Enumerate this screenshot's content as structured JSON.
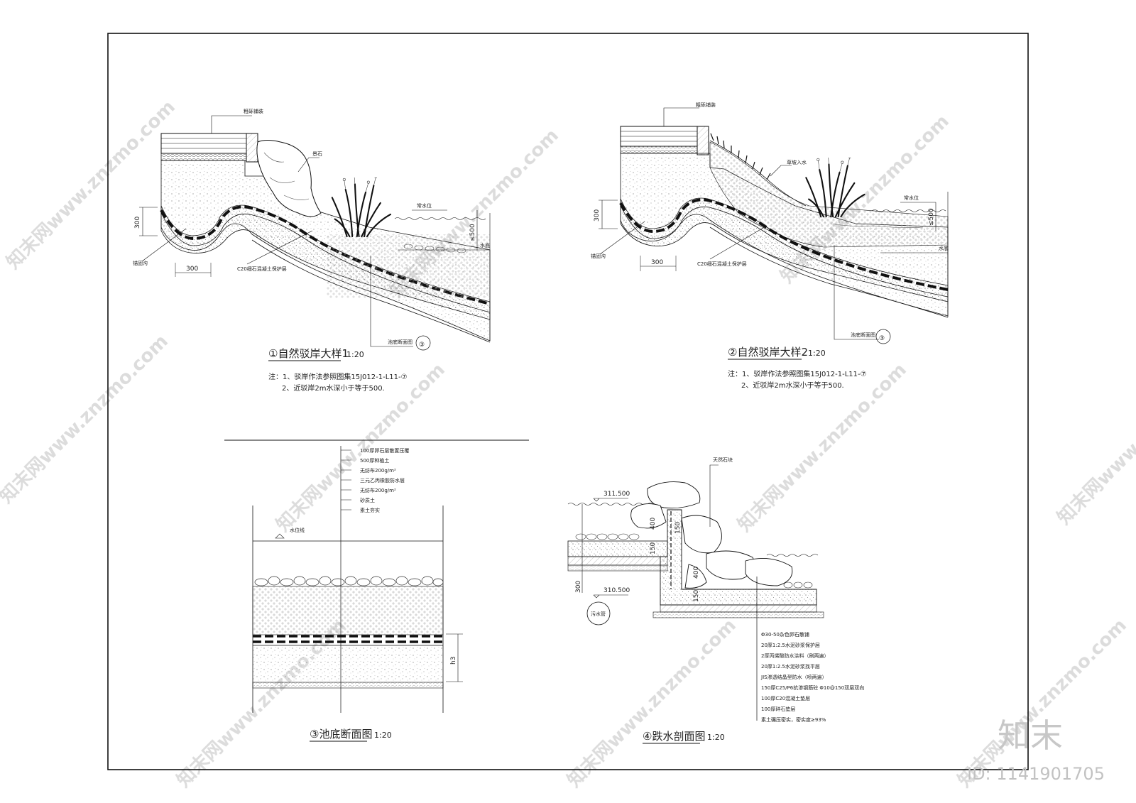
{
  "detail1": {
    "title": "①自然驳岸大样1",
    "scale": "1:20",
    "labels": {
      "paving": "粗砾铺装",
      "rock": "景石",
      "normal_water": "常水位",
      "anchor_trench": "锚固沟",
      "concrete_layer": "C20细石混凝土保护层",
      "section_ref": "池底断面图",
      "section_ref_num": "③",
      "dim_300_v": "300",
      "dim_300_h": "300",
      "dim_500": "≤500",
      "water_bottom": "水底"
    },
    "notes": [
      "注：1、驳岸作法参照图集15J012-1-L11-⑦",
      "2、近驳岸2m水深小于等于500."
    ]
  },
  "detail2": {
    "title": "②自然驳岸大样2",
    "scale": "1:20",
    "labels": {
      "paving": "粗砾铺装",
      "grass_slope": "草坡入水",
      "normal_water": "常水位",
      "anchor_trench": "锚固沟",
      "concrete_layer": "C20细石混凝土保护层",
      "section_ref": "池底断面图",
      "section_ref_num": "③",
      "dim_300_v": "300",
      "dim_300_h": "300",
      "dim_500": "≤500",
      "water_bottom": "水底"
    },
    "notes": [
      "注：1、驳岸作法参照图集15J012-1-L11-⑦",
      "2、近驳岸2m水深小于等于500."
    ]
  },
  "detail3": {
    "title": "③池底断面图",
    "scale": "1:20",
    "water_line": "水位线",
    "dim_h3": "h3",
    "layers": [
      "100厚卵石层散置压覆",
      "500厚种植土",
      "无纺布200g/m²",
      "三元乙丙橡胶防水层",
      "无纺布200g/m²",
      "砂质土",
      "素土夯实"
    ]
  },
  "detail4": {
    "title": "④跌水剖面图",
    "scale": "1:20",
    "natural_stone": "天然石块",
    "elev_top": "311.500",
    "elev_bottom": "310.500",
    "sewer": "污水管",
    "dims": [
      "150",
      "400",
      "150",
      "400",
      "150",
      "300"
    ],
    "layers": [
      "Φ30-50杂色卵石散铺",
      "20厚1:2.5水泥砂浆保护层",
      "2厚丙烯酸防水涂料（刷两遍）",
      "20厚1:2.5水泥砂浆找平层",
      "JIS渗透结晶型防水（喷两遍）",
      "150厚C25/P6抗渗钢筋砼  Φ10@150双层双向",
      "100厚C20混凝土垫层",
      "100厚碎石垫层",
      "素土碾压密实，密实度≥93%"
    ]
  },
  "watermark": {
    "text": "知末网www.znzmo.com",
    "brand": "知末",
    "id": "ID: 1141901705"
  }
}
